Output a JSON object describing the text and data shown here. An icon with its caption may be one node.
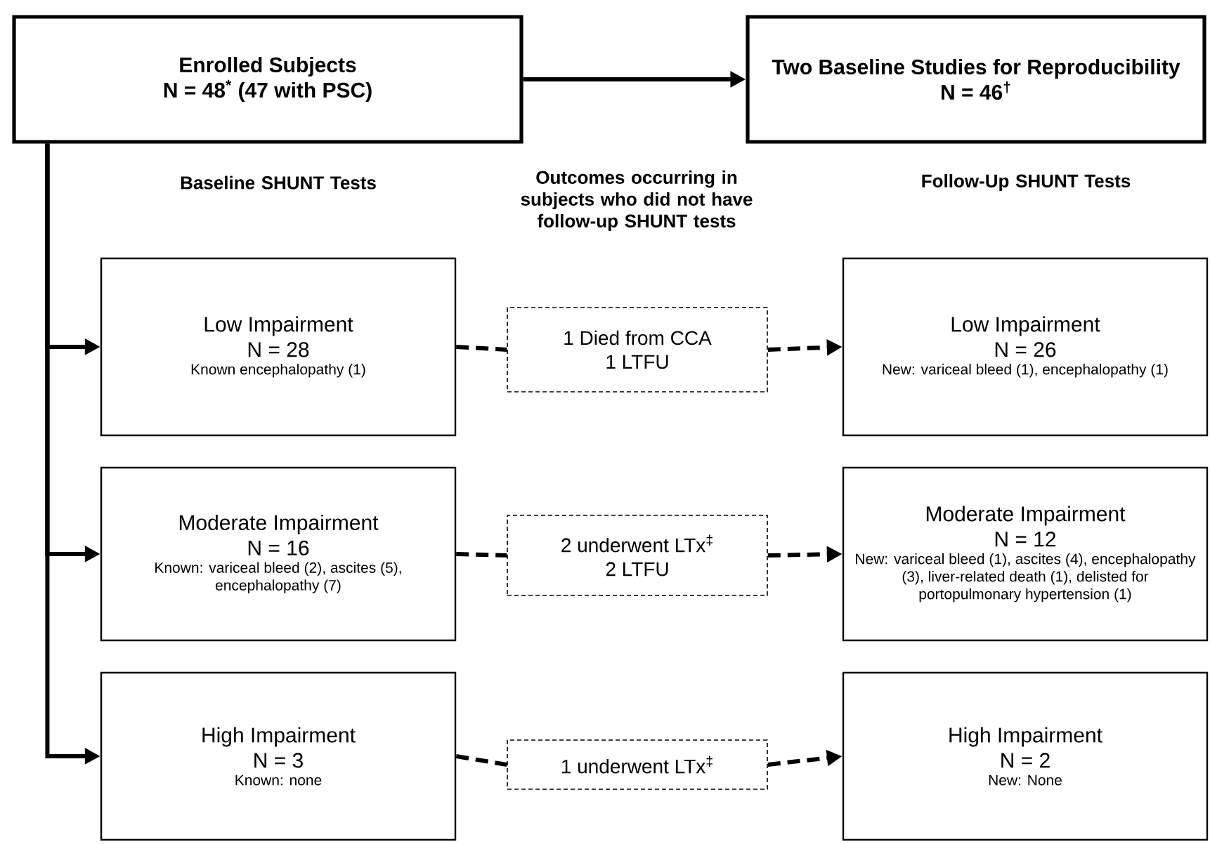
{
  "diagram": {
    "nodes": [
      {
        "text": [
          "Enrolled Subjects",
          "N = 48$^{*}$ (47 with PSC)"
        ]
      },
      {
        "text": [
          "Two Baseline Studies for Reproducibility",
          "N = 46$^{†}$"
        ]
      },
      {
        "text": [
          "Low Impairment",
          "N = 28",
          "Known encephalopathy (1)"
        ]
      },
      {
        "text": [
          "1 Died from CCA",
          "1 LTFU"
        ]
      },
      {
        "text": [
          "Low Impairment",
          "N = 26",
          "New: variceal bleed (1), encephalopathy (1)"
        ]
      },
      {
        "text": [
          "Moderate Impairment",
          "N = 16",
          "Known: variceal bleed (2), ascites (5), encephalopathy (7)"
        ]
      },
      {
        "text": [
          "2 underwent LTx$^{‡}$",
          "2 LTFU"
        ]
      },
      {
        "text": [
          "Moderate Impairment",
          "N = 12",
          "New: variceal bleed (1), ascites (4), encephalopathy (3), liver-related death (1), delisted for portopulmonary hypertension (1)"
        ]
      },
      {
        "text": [
          "High Impairment",
          "N = 3",
          "Known: none"
        ]
      },
      {
        "text": [
          "1 underwent LTx$^{‡}$"
        ]
      },
      {
        "text": [
          "High Impairment",
          "N = 2",
          "New: None"
        ]
      }
    ],
    "edges": [
      {
        "from": 0,
        "to": 1,
        "arrow": "to"
      },
      {
        "from": 0,
        "to": 2,
        "arrow": "to"
      },
      {
        "from": 0,
        "to": 5,
        "arrow": "to"
      },
      {
        "from": 0,
        "to": 8,
        "arrow": "to"
      },
      {
        "from": 2,
        "to": 3,
        "arrow": "none",
        "style": "dashed"
      },
      {
        "from": 3,
        "to": 4,
        "arrow": "to",
        "style": "dashed"
      },
      {
        "from": 5,
        "to": 6,
        "arrow": "none",
        "style": "dashed"
      },
      {
        "from": 6,
        "to": 7,
        "arrow": "to",
        "style": "dashed"
      },
      {
        "from": 8,
        "to": 9,
        "arrow": "none",
        "style": "dashed"
      },
      {
        "from": 9,
        "to": 10,
        "arrow": "to",
        "style": "dashed"
      }
    ],
    "labels": [
      "Baseline SHUNT Tests",
      "Outcomes occurring in subjects who did not have follow-up SHUNT tests",
      "Follow-Up SHUNT Tests"
    ]
  }
}
